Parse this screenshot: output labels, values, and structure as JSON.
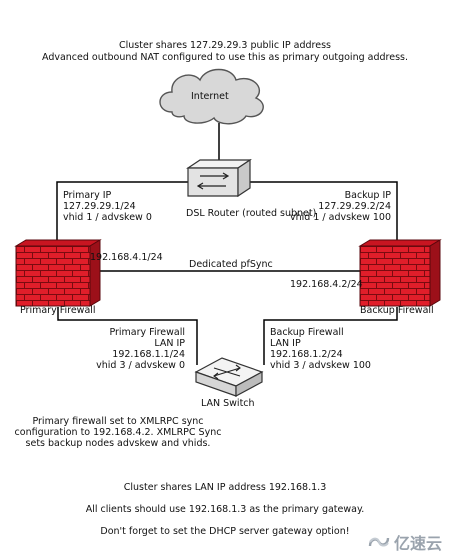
{
  "header": {
    "line1": "Cluster shares 127.29.29.3 public IP address",
    "line2": "Advanced outbound NAT configured to use this as primary outgoing address."
  },
  "internet": {
    "label": "Internet"
  },
  "router": {
    "label": "DSL Router (routed subnet)"
  },
  "primary_wan": {
    "title": "Primary IP",
    "ip": "127.29.29.1/24",
    "vhid": "vhid 1 / advskew 0"
  },
  "backup_wan": {
    "title": "Backup IP",
    "ip": "127.29.29.2/24",
    "vhid": "vhid 1 / advskew 100"
  },
  "pfsync": {
    "label": "Dedicated pfSync",
    "primary_ip": "192.168.4.1/24",
    "backup_ip": "192.168.4.2/24"
  },
  "primary_firewall": {
    "label": "Primary Firewall"
  },
  "backup_firewall": {
    "label": "Backup Firewall"
  },
  "primary_lan": {
    "title": "Primary Firewall",
    "sub": "LAN IP",
    "ip": "192.168.1.1/24",
    "vhid": "vhid 3 / advskew 0"
  },
  "backup_lan": {
    "title": "Backup Firewall",
    "sub": "LAN IP",
    "ip": "192.168.1.2/24",
    "vhid": "vhid 3 / advskew 100"
  },
  "switch": {
    "label": "LAN Switch"
  },
  "sync_note": {
    "line1": "Primary firewall set to XMLRPC sync",
    "line2": "configuration to 192.168.4.2. XMLRPC Sync",
    "line3": "sets backup nodes advskew and vhids."
  },
  "footer": {
    "line1": "Cluster shares LAN IP address 192.168.1.3",
    "line2": "All clients should use 192.168.1.3 as the primary gateway.",
    "line3": "Don't forget to set the DHCP server gateway option!"
  },
  "watermark": {
    "text": "亿速云"
  },
  "colors": {
    "firewall": "#e01e2a",
    "line": "#000000"
  }
}
